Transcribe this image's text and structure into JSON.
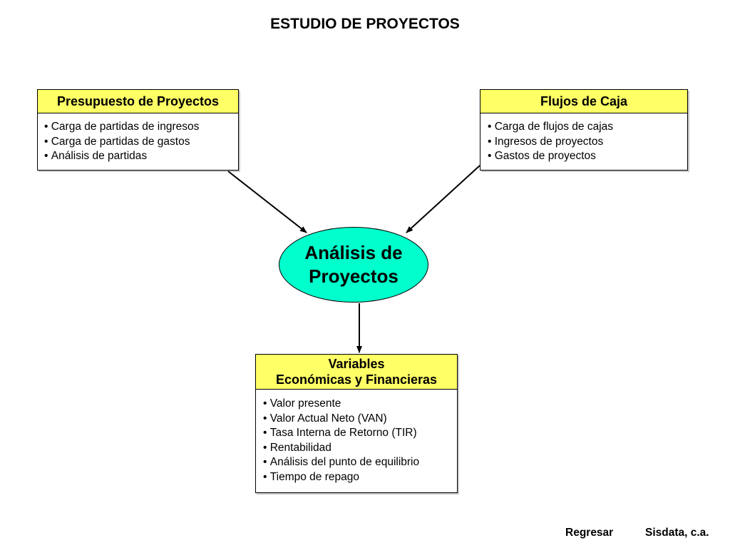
{
  "title": "ESTUDIO DE PROYECTOS",
  "presupuesto": {
    "heading": "Presupuesto de Proyectos",
    "items": [
      "Carga de partidas de ingresos",
      "Carga de partidas de gastos",
      "Análisis de partidas"
    ]
  },
  "flujos": {
    "heading": "Flujos de Caja",
    "items": [
      "Carga de flujos de cajas",
      "Ingresos de proyectos",
      "Gastos de proyectos"
    ]
  },
  "center": {
    "line1": "Análisis de",
    "line2": "Proyectos"
  },
  "variables": {
    "heading_line1": "Variables",
    "heading_line2": "Económicas y Financieras",
    "items": [
      "Valor presente",
      "Valor Actual Neto (VAN)",
      "Tasa Interna de Retorno (TIR)",
      "Rentabilidad",
      "Análisis del punto de equilibrio",
      "Tiempo de repago"
    ]
  },
  "footer": {
    "back_label": "Regresar",
    "company": "Sisdata, c.a."
  },
  "colors": {
    "header_fill": "#ffff66",
    "ellipse_fill": "#00ffcc"
  }
}
